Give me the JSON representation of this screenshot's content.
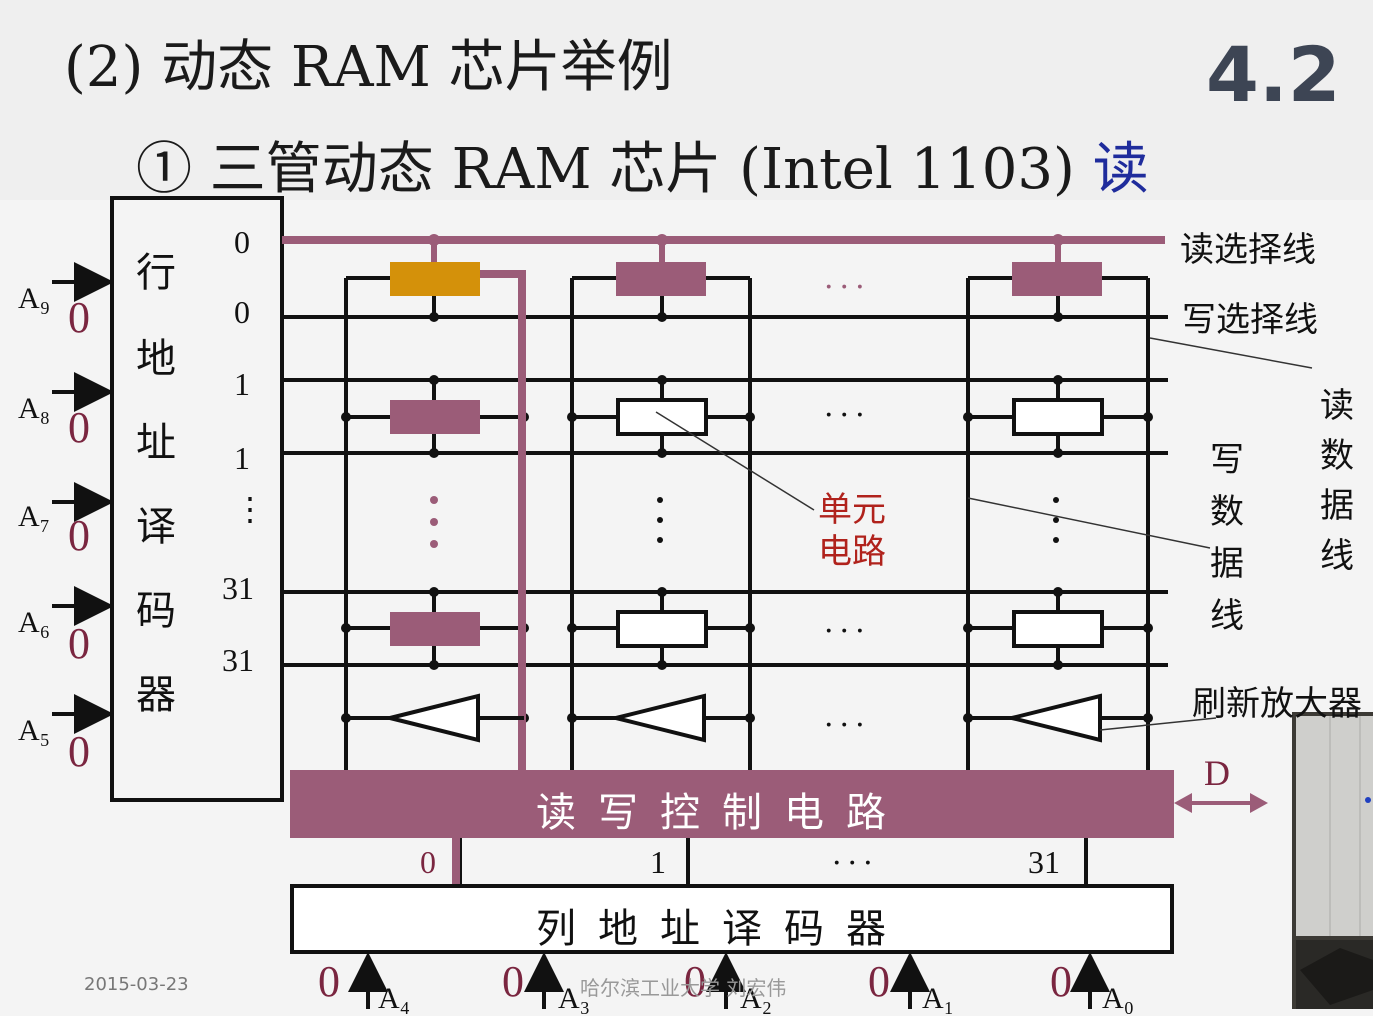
{
  "slide": {
    "title": "(2)  动态 RAM 芯片举例",
    "number": "4.2",
    "subtitle": "① 三管动态 RAM 芯片 (Intel 1103) ",
    "subtitle_mode": "读",
    "date": "2015-03-23",
    "watermark": "哈尔滨工业大学  刘宏伟"
  },
  "row_decoder": {
    "chars": [
      "行",
      "地",
      "址",
      "译",
      "码",
      "器"
    ],
    "outputs": [
      "0",
      "0",
      "1",
      "1",
      "⋮",
      "31",
      "31"
    ]
  },
  "row_address_inputs": [
    {
      "name": "A₉",
      "value": "0"
    },
    {
      "name": "A₈",
      "value": "0"
    },
    {
      "name": "A₇",
      "value": "0"
    },
    {
      "name": "A₆",
      "value": "0"
    },
    {
      "name": "A₅",
      "value": "0"
    }
  ],
  "lines": {
    "read_select": "读选择线",
    "write_select": "写选择线",
    "read_data": [
      "读",
      "数",
      "据",
      "线"
    ],
    "write_data": [
      "写",
      "数",
      "据",
      "线"
    ],
    "refresh_amp": "刷新放大器"
  },
  "cell_label": [
    "单元",
    "电路"
  ],
  "ellipsis": "···",
  "rw_control": {
    "label": "读写控制电路",
    "data_pin": "D"
  },
  "col_decoder": {
    "label": "列地址译码器",
    "outputs": [
      "0",
      "1",
      "···",
      "31"
    ]
  },
  "col_address_inputs": [
    {
      "name": "A₄",
      "value": "0"
    },
    {
      "name": "A₃",
      "value": "0"
    },
    {
      "name": "A₂",
      "value": "0"
    },
    {
      "name": "A₁",
      "value": "0"
    },
    {
      "name": "A₀",
      "value": "0"
    }
  ],
  "colors": {
    "highlight": "#9b5c78",
    "selected_cell": "#d4910a",
    "line": "#111111",
    "mode_text": "#1f2c9c",
    "cell_label_text": "#b0221c"
  }
}
